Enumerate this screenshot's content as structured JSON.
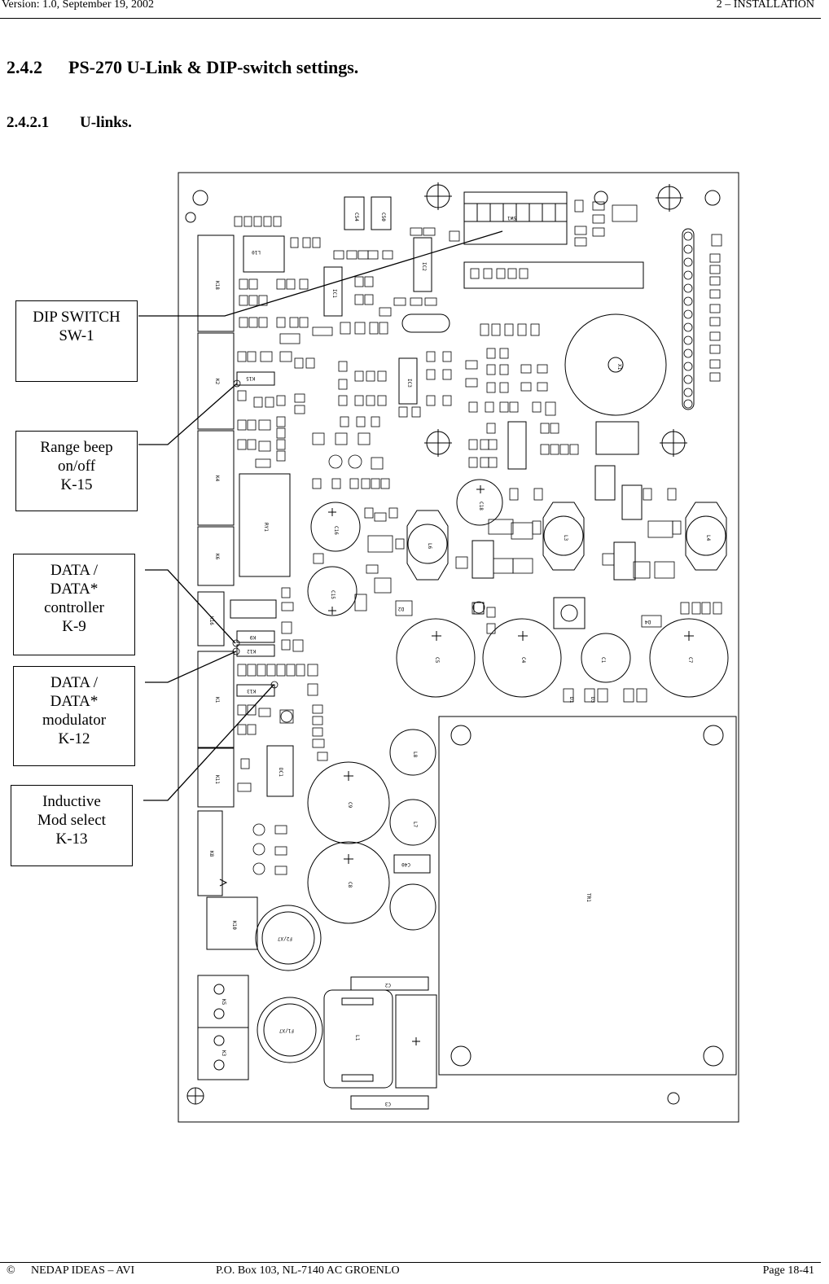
{
  "header": {
    "left": "Version: 1.0, September 19, 2002",
    "right": "2 – INSTALLATION"
  },
  "section": {
    "number": "2.4.2",
    "title": "PS-270 U-Link & DIP-switch settings."
  },
  "subsection": {
    "number": "2.4.2.1",
    "title": "U-links."
  },
  "callouts": [
    {
      "lines": [
        "DIP SWITCH",
        "SW-1"
      ]
    },
    {
      "lines": [
        "Range beep",
        "on/off",
        "K-15"
      ]
    },
    {
      "lines": [
        "DATA /",
        "DATA*",
        "controller",
        "K-9"
      ]
    },
    {
      "lines": [
        "DATA /",
        "DATA*",
        "modulator",
        "K-12"
      ]
    },
    {
      "lines": [
        "Inductive",
        "Mod select",
        "K-13"
      ]
    }
  ],
  "board_labels": {
    "sw1": "SW1",
    "k15": "K15",
    "k9": "K9",
    "k12": "K12",
    "k13": "K13",
    "k18": "K18",
    "k2": "K2",
    "k4": "K4",
    "k6": "K6",
    "k16": "K16",
    "k1": "K1",
    "k11": "K11",
    "k8": "K8",
    "k10": "K10",
    "k5": "K5",
    "k3": "K3",
    "ry1": "RY1",
    "tr1": "TR1",
    "x1": "X1",
    "ic1": "IC1",
    "ic2": "IC2",
    "ic3": "IC3",
    "l1": "L1",
    "l3": "L3",
    "l4": "L4",
    "l6": "L6",
    "l7": "L7",
    "l8": "L8",
    "l10": "L10",
    "c1": "C1",
    "c2": "C2",
    "c3": "C3",
    "c4": "C4",
    "c5": "C5",
    "c7": "C7",
    "c8": "C8",
    "c9": "C9",
    "c15": "C15",
    "c16": "C16",
    "c18": "C18",
    "c40": "C40",
    "c50": "C50",
    "c54": "C54",
    "f1": "F1/X7",
    "f2": "F2/X7",
    "d1": "D1",
    "d2": "D2",
    "d3": "D3",
    "d4": "D4",
    "dc1": "DC1"
  },
  "footer": {
    "copyright": "©",
    "company": "NEDAP IDEAS – AVI",
    "address": "P.O. Box 103, NL-7140 AC GROENLO",
    "page": "Page 18-41"
  }
}
